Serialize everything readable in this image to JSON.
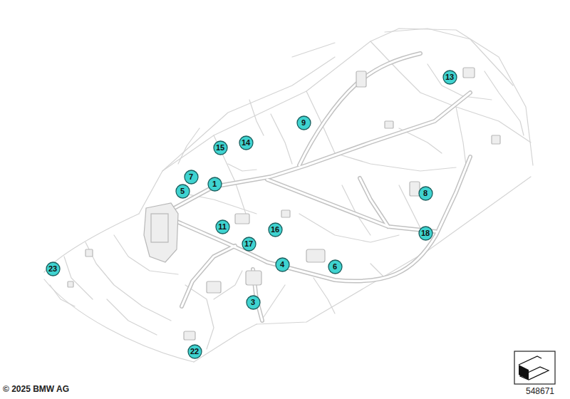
{
  "diagram": {
    "nodes": [
      {
        "text": [
          "13"
        ]
      },
      {
        "text": [
          "9"
        ]
      },
      {
        "text": [
          "14"
        ]
      },
      {
        "text": [
          "15"
        ]
      },
      {
        "text": [
          "7"
        ]
      },
      {
        "text": [
          "1"
        ]
      },
      {
        "text": [
          "5"
        ]
      },
      {
        "text": [
          "8"
        ]
      },
      {
        "text": [
          "11"
        ]
      },
      {
        "text": [
          "16"
        ]
      },
      {
        "text": [
          "18"
        ]
      },
      {
        "text": [
          "17"
        ]
      },
      {
        "text": [
          "4"
        ]
      },
      {
        "text": [
          "6"
        ]
      },
      {
        "text": [
          "23"
        ]
      },
      {
        "text": [
          "3"
        ]
      },
      {
        "text": [
          "22"
        ]
      }
    ],
    "labels": [
      "© 2025 BMW AG",
      "548671"
    ]
  }
}
